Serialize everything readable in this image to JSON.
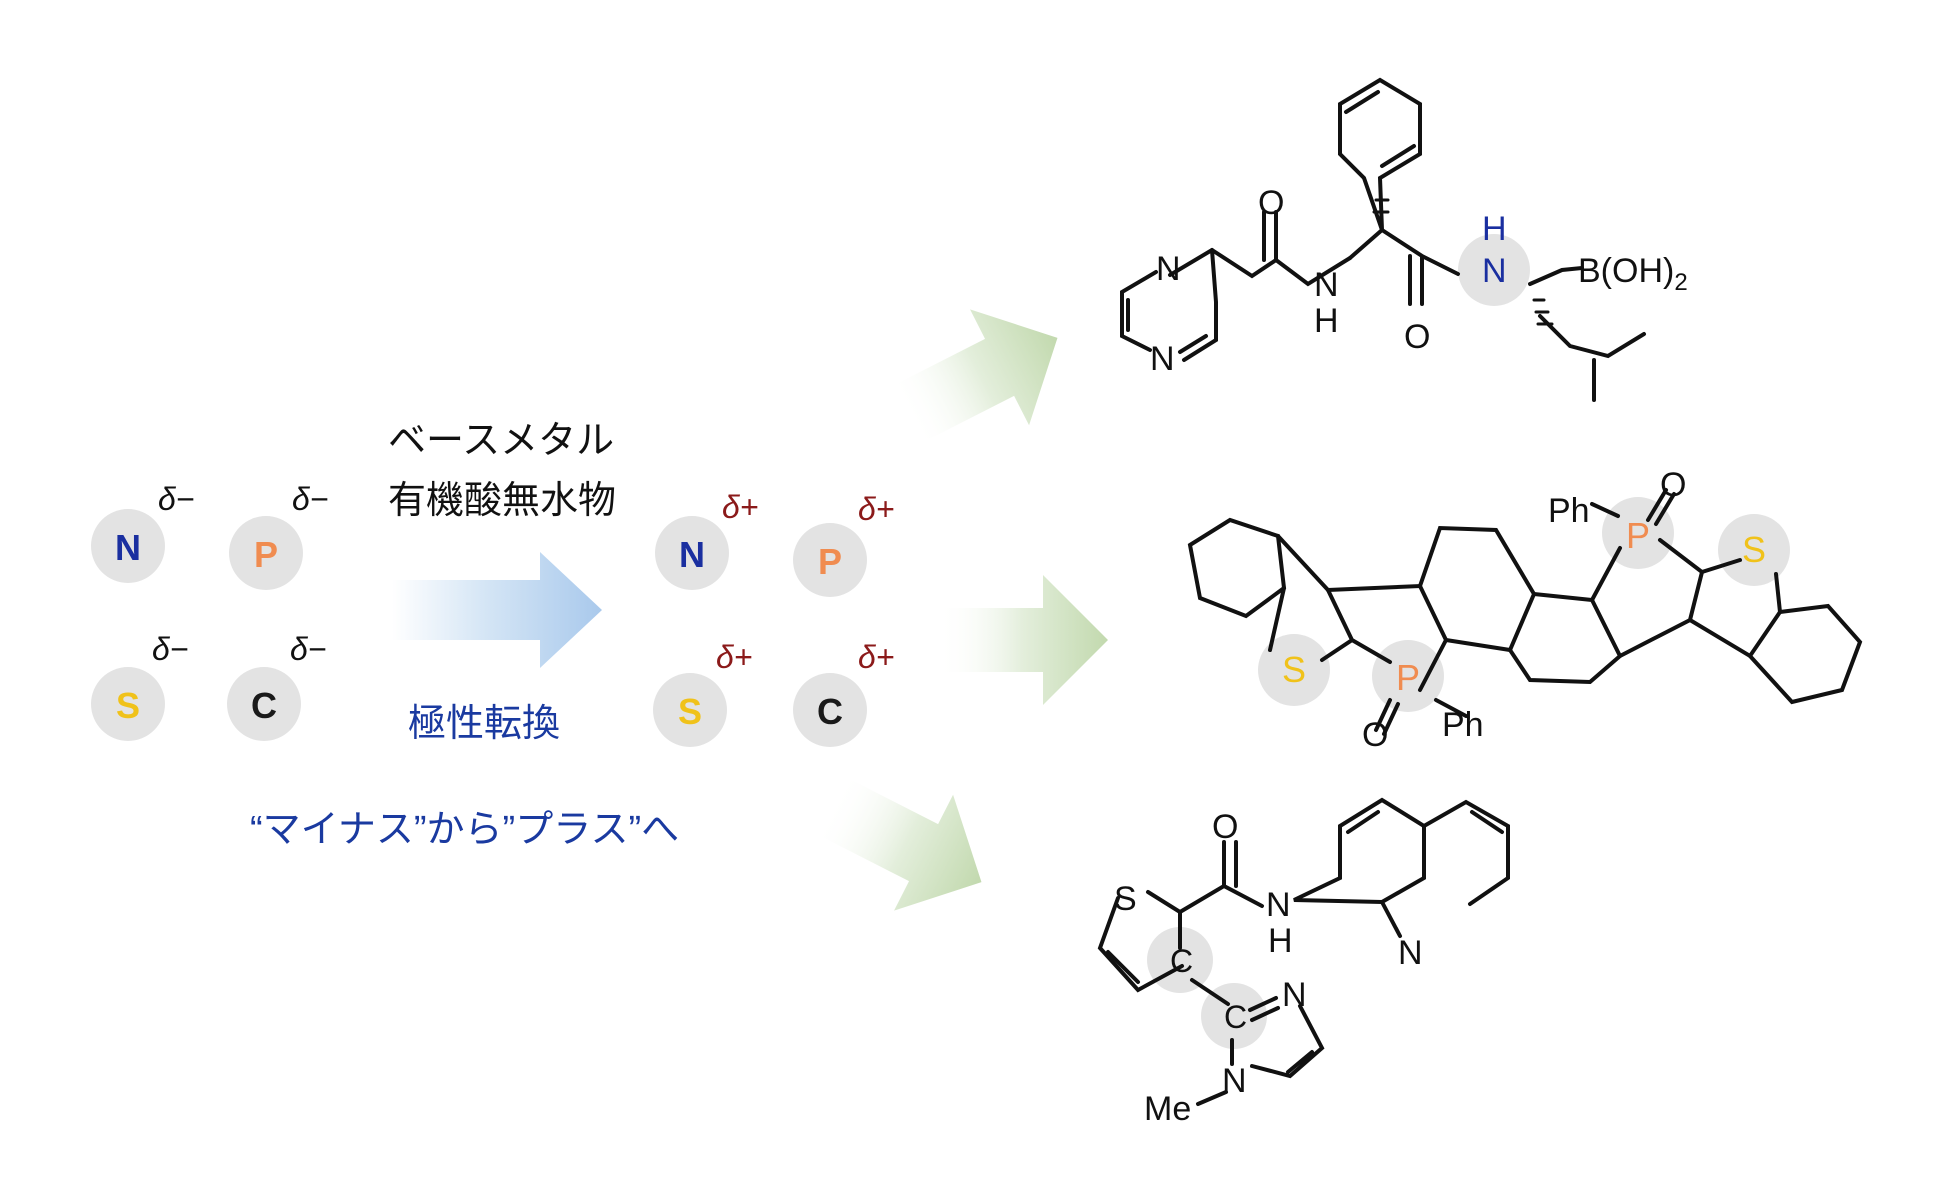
{
  "atoms": {
    "N": "N",
    "P": "P",
    "S": "S",
    "C": "C",
    "H": "H",
    "O": "O"
  },
  "charges": {
    "minus": "δ−",
    "plus": "δ+"
  },
  "conditions": {
    "line1": "ベースメタル",
    "line2": "有機酸無水物"
  },
  "arrow_label": "極性転換",
  "caption": "“マイナス”から”プラス”へ",
  "molecule_labels": {
    "boronic_acid": "B(OH)",
    "boronic_subscript": "2",
    "phenyl": "Ph",
    "methyl": "Me"
  },
  "colors": {
    "N": "#1a2fa0",
    "P": "#f08c50",
    "S": "#f0c21a",
    "C": "#1a1a1a",
    "highlight_circle": "#e3e3e3",
    "delta_plus": "#8b1a1a",
    "blue_text": "#1a3aa0",
    "blue_arrow": "#a9c9ec",
    "green_arrow": "#c7dcb4"
  }
}
